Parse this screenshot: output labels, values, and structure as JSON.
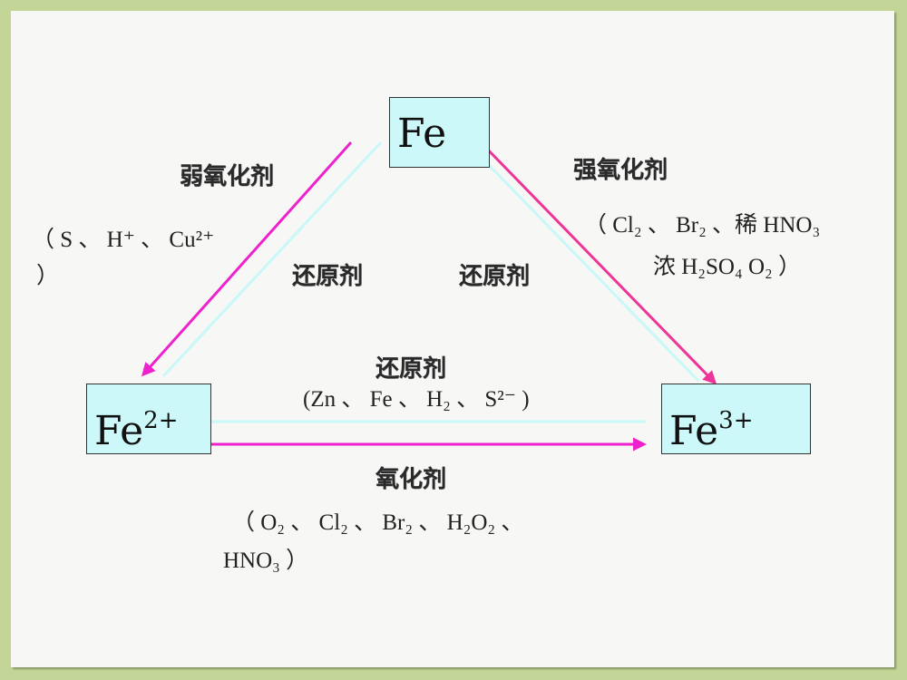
{
  "nodes": {
    "fe": {
      "base": "Fe",
      "charge": ""
    },
    "fe2": {
      "base": "Fe",
      "charge": "2+"
    },
    "fe3": {
      "base": "Fe",
      "charge": "3+"
    }
  },
  "edges": {
    "fe_to_fe2": {
      "label": "弱氧化剂",
      "examples_line1": "（ S 、 H⁺ 、 Cu²⁺",
      "examples_line2": "）"
    },
    "fe_to_fe3": {
      "label": "强氧化剂",
      "examples_line1": "（ Cl₂ 、 Br₂ 、稀 HNO₃",
      "examples_line2": "浓 H₂SO₄   O₂ ）"
    },
    "fe2_to_fe": {
      "label": "还原剂"
    },
    "fe3_to_fe": {
      "label": "还原剂"
    },
    "fe3_to_fe2": {
      "label": "还原剂",
      "examples": "(Zn 、 Fe 、 H₂ 、 S²⁻ )"
    },
    "fe2_to_fe3": {
      "label": "氧化剂",
      "examples_line1": "（ O₂  、 Cl₂ 、 Br₂ 、 H₂O₂ 、",
      "examples_line2": "HNO₃ ）"
    }
  },
  "colors": {
    "frame": "#c4d697",
    "background": "#f7f7f5",
    "box_fill": "#ccf8fa",
    "oxidation_arrow": "#ee22cc",
    "strong_oxidation_arrow": "#ee3399",
    "reduction_line": "#ccf8fa"
  }
}
